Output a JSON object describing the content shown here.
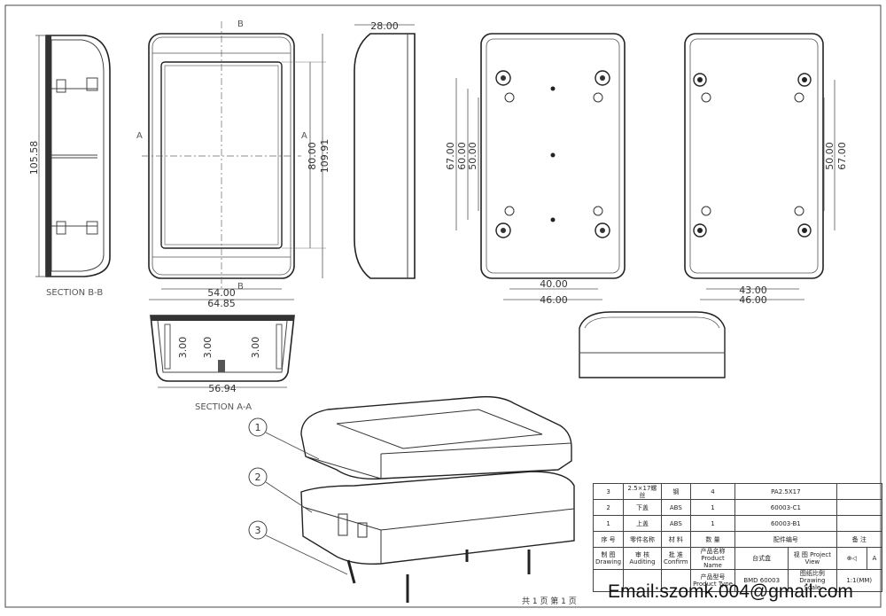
{
  "dimensions": {
    "top_width": "28.00",
    "section_b_height": "105.58",
    "front_inner_h": "80.00",
    "front_outer_h": "109.91",
    "front_inner_w": "54.00",
    "front_outer_w": "64.85",
    "bottom_h67": "67.00",
    "bottom_h60": "60.00",
    "bottom_h50": "50.00",
    "bottom_w40": "40.00",
    "bottom_w46": "46.00",
    "right_h50": "50.00",
    "right_h67": "67.00",
    "right_w43": "43.00",
    "right_w46": "46.00",
    "sec_a_w": "56.94",
    "sec_a_3a": "3.00",
    "sec_a_3b": "3.00",
    "sec_a_3c": "3.00"
  },
  "markers": {
    "a": "A",
    "b": "B"
  },
  "sections": {
    "bb": "SECTION B-B",
    "aa": "SECTION A-A"
  },
  "balloons": [
    "1",
    "2",
    "3"
  ],
  "bom": [
    {
      "no": "3",
      "name": "2.5×17螺丝",
      "material": "钢",
      "qty": "4",
      "part": "PA2.5X17",
      "remark": ""
    },
    {
      "no": "2",
      "name": "下盖",
      "material": "ABS",
      "qty": "1",
      "part": "60003-C1",
      "remark": ""
    },
    {
      "no": "1",
      "name": "上盖",
      "material": "ABS",
      "qty": "1",
      "part": "60003-B1",
      "remark": ""
    }
  ],
  "bom_header": {
    "no": "序 号",
    "name": "零件名称",
    "material": "材 料",
    "qty": "数 量",
    "part": "配件编号",
    "remark": "备 注"
  },
  "title_block": {
    "drawing": "制 图 Drawing",
    "auditing": "审 核 Auditing",
    "confirm": "批 准 Confirm",
    "product_name_label": "产品名称 Product Name",
    "product_name": "台式盒",
    "project_view": "视 图 Project View",
    "revision": "A",
    "product_type_label": "产品型号 Product Type",
    "product_type": "BMD 60003",
    "scale_label": "图纸比例 Drawing Scale",
    "scale": "1:1(MM)"
  },
  "email": "Email:szomk.004@gmail.com",
  "page_count": "共 1 页   第 1 页"
}
